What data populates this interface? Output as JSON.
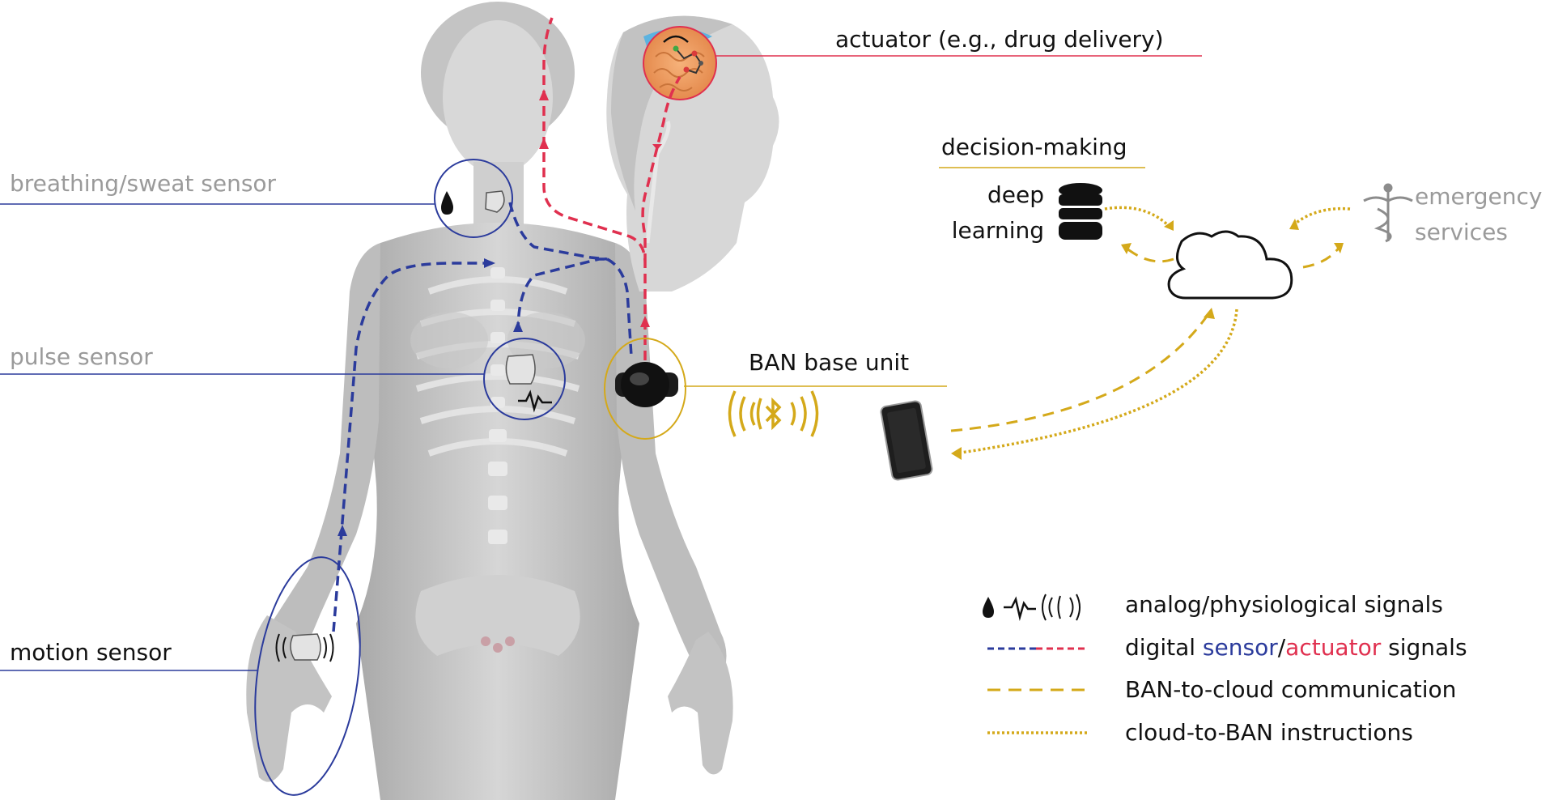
{
  "labels": {
    "breathing_sensor": "breathing/sweat sensor",
    "pulse_sensor": "pulse sensor",
    "motion_sensor": "motion sensor",
    "actuator": "actuator (e.g., drug delivery)",
    "decision_heading": "decision-making",
    "deep_learning_line1": "deep",
    "deep_learning_line2": "learning",
    "emergency_line1": "emergency",
    "emergency_line2": "services",
    "ban_base_unit": "BAN base unit"
  },
  "legend": {
    "analog": "analog/physiological signals",
    "digital_prefix": "digital ",
    "digital_sensor": "sensor",
    "digital_slash": "/",
    "digital_actuator": "actuator",
    "digital_suffix": " signals",
    "ban_to_cloud": "BAN-to-cloud communication",
    "cloud_to_ban": "cloud-to-BAN instructions"
  },
  "colors": {
    "sensor_blue": "#2b3b9c",
    "actuator_red": "#e0304f",
    "ban_gold": "#d4a91a",
    "grey_label": "#9a9a9a",
    "body_grey": "#b9b9b9"
  },
  "icons": [
    "drop-icon",
    "pulse-wave-icon",
    "vibration-icon",
    "bluetooth-icon",
    "smartphone-icon",
    "database-icon",
    "cloud-icon",
    "caduceus-icon",
    "molecule-icon"
  ]
}
